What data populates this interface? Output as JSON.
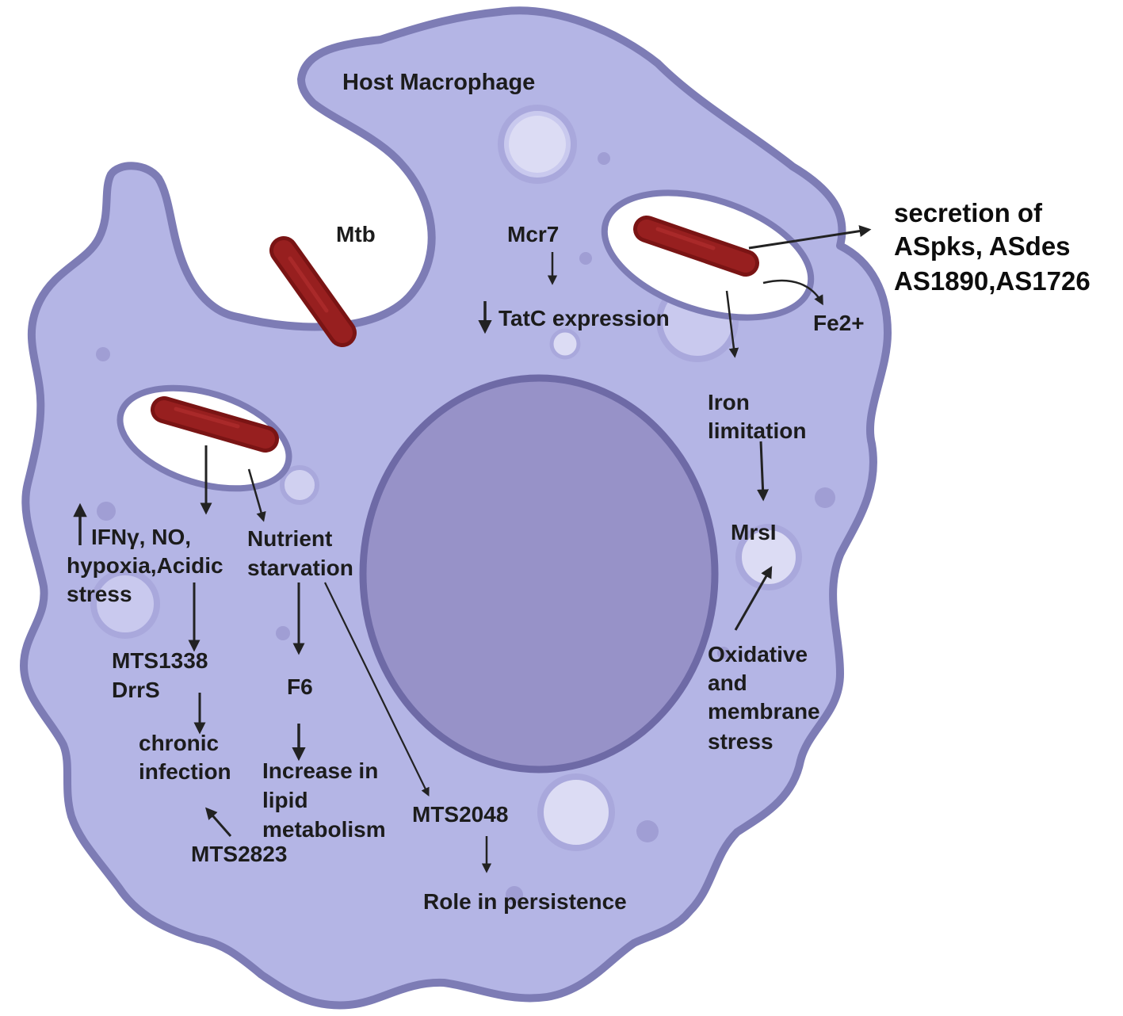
{
  "title": "Host Macrophage",
  "labels": {
    "mtb": "Mtb",
    "mcr7": "Mcr7",
    "tatc": "TatC expression",
    "secretion": [
      "secretion of",
      "ASpks, ASdes",
      "AS1890,AS1726"
    ],
    "fe": "Fe2+",
    "iron": [
      "Iron",
      "limitation"
    ],
    "mrsi": "MrsI",
    "oxidative": [
      "Oxidative",
      "and",
      "membrane",
      "stress"
    ],
    "ifn": [
      "IFNγ, NO,",
      "hypoxia,Acidic",
      "stress"
    ],
    "nutrient": [
      "Nutrient",
      "starvation"
    ],
    "mts1338": [
      "MTS1338",
      "DrrS"
    ],
    "f6": "F6",
    "chronic": [
      "chronic",
      "infection"
    ],
    "lipid": [
      "Increase in",
      "lipid",
      "metabolism"
    ],
    "mts2048": "MTS2048",
    "mts2823": "MTS2823",
    "persistence": "Role in  persistence"
  },
  "colors": {
    "cytoplasm": "#b4b5e5",
    "membrane": "#7d7cb5",
    "nucleus": "#9792c8",
    "nucleus_border": "#6e6aa6",
    "bacterium": "#8a1a1a",
    "vacuole": "#ffffff",
    "arrow": "#222222"
  }
}
